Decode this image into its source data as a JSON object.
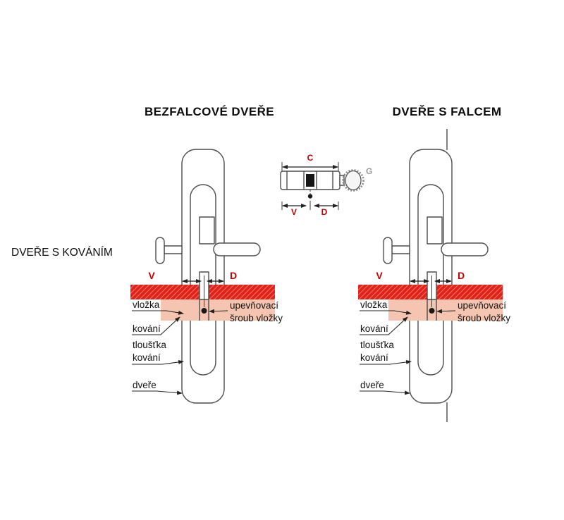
{
  "titles": {
    "left_diagram": "BEZFALCOVÉ DVEŘE",
    "right_diagram": "DVEŘE S FALCEM",
    "side_note": "DVEŘE S KOVÁNÍM"
  },
  "inset": {
    "c": "C",
    "v": "V",
    "d": "D",
    "g": "G"
  },
  "labels": {
    "vlozka": "vložka",
    "kovani": "kování",
    "tloustka_kovani": [
      "tloušťka",
      "kování"
    ],
    "dvere": "dveře",
    "screw": [
      "upevňovací",
      "šroub vložky"
    ],
    "v": "V",
    "d": "D"
  },
  "colors": {
    "dimension_red": "#c00000",
    "hatch_red": "#e02218",
    "hatch_line": "#f59086",
    "fitting_pink": "#f6c5b1",
    "outline_gray": "#4d4d4d",
    "knob_gray": "#9b9b9b",
    "screw_black": "#1a1a1a"
  }
}
